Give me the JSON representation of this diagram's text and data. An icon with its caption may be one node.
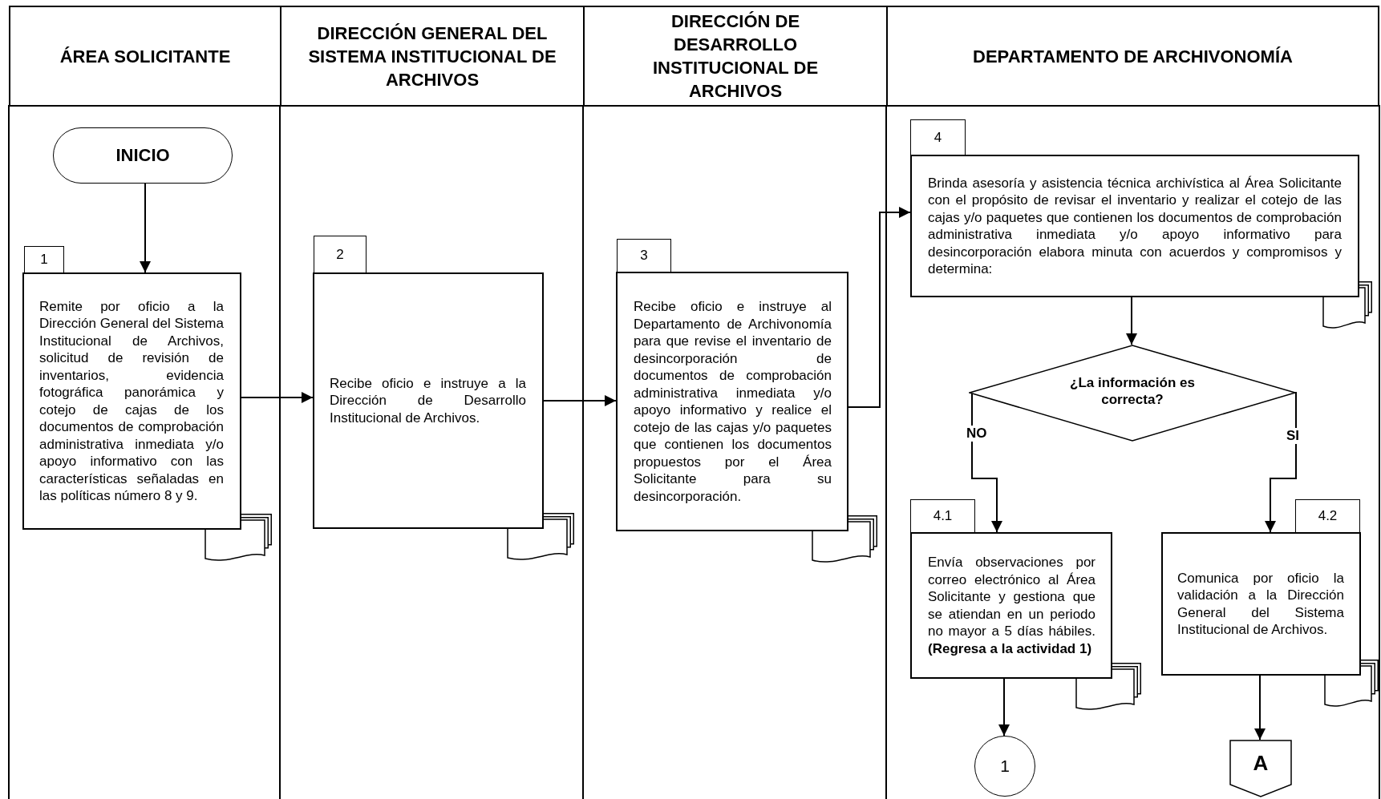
{
  "diagram": {
    "nodes": [
      {
        "text": [
          "ÁREA SOLICITANTE"
        ]
      },
      {
        "text": [
          "DIRECCIÓN GENERAL DEL SISTEMA INSTITUCIONAL DE ARCHIVOS"
        ]
      },
      {
        "text": [
          "DIRECCIÓN DE DESARROLLO INSTITUCIONAL DE ARCHIVOS"
        ]
      },
      {
        "text": [
          "DEPARTAMENTO DE ARCHIVONOMÍA"
        ]
      },
      {
        "text": [
          "INICIO"
        ]
      },
      {
        "text": [
          "1",
          "Remite por oficio a la Dirección General del Sistema Institucional de Archivos, solicitud de revisión de inventarios, evidencia fotográfica panorámica y cotejo de cajas de los documentos de comprobación administrativa inmediata y/o apoyo informativo con las características señaladas en las políticas número 8 y 9."
        ]
      },
      {
        "text": [
          "2",
          "Recibe oficio e instruye a la Dirección de Desarrollo Institucional de Archivos."
        ]
      },
      {
        "text": [
          "3",
          "Recibe oficio e instruye al Departamento de Archivonomía para que revise el inventario de desincorporación de documentos de comprobación administrativa inmediata y/o apoyo informativo y realice el cotejo de las cajas y/o paquetes que contienen los documentos propuestos por el Área Solicitante para su desincorporación."
        ]
      },
      {
        "text": [
          "4",
          "Brinda asesoría y asistencia técnica archivística al Área Solicitante con el propósito de revisar el inventario y realizar el cotejo de las cajas y/o paquetes que contienen los documentos de comprobación administrativa inmediata y/o apoyo informativo para desincorporación elabora minuta con acuerdos y compromisos y determina:"
        ]
      },
      {
        "text": [
          "¿La información es correcta?"
        ]
      },
      {
        "text": [
          "4.1",
          "Envía observaciones por correo electrónico al Área Solicitante y gestiona que se atiendan en un periodo no mayor a 5 días hábiles. **(Regresa a la actividad 1)**"
        ]
      },
      {
        "text": [
          "4.2",
          "Comunica por oficio la validación a la Dirección General del Sistema Institucional de Archivos."
        ]
      },
      {
        "text": [
          "1"
        ]
      },
      {
        "text": [
          "A"
        ]
      }
    ],
    "edges": [
      {
        "from": 4,
        "to": 5,
        "arrow": "to"
      },
      {
        "from": 5,
        "to": 6,
        "arrow": "to"
      },
      {
        "from": 6,
        "to": 7,
        "arrow": "to"
      },
      {
        "from": 7,
        "to": 8,
        "arrow": "to"
      },
      {
        "from": 8,
        "to": 9,
        "arrow": "to"
      },
      {
        "from": 9,
        "to": 10,
        "label": "NO",
        "arrow": "to"
      },
      {
        "from": 9,
        "to": 11,
        "label": "SI",
        "arrow": "to"
      },
      {
        "from": 10,
        "to": 12,
        "arrow": "to"
      },
      {
        "from": 11,
        "to": 13,
        "arrow": "to"
      }
    ]
  }
}
